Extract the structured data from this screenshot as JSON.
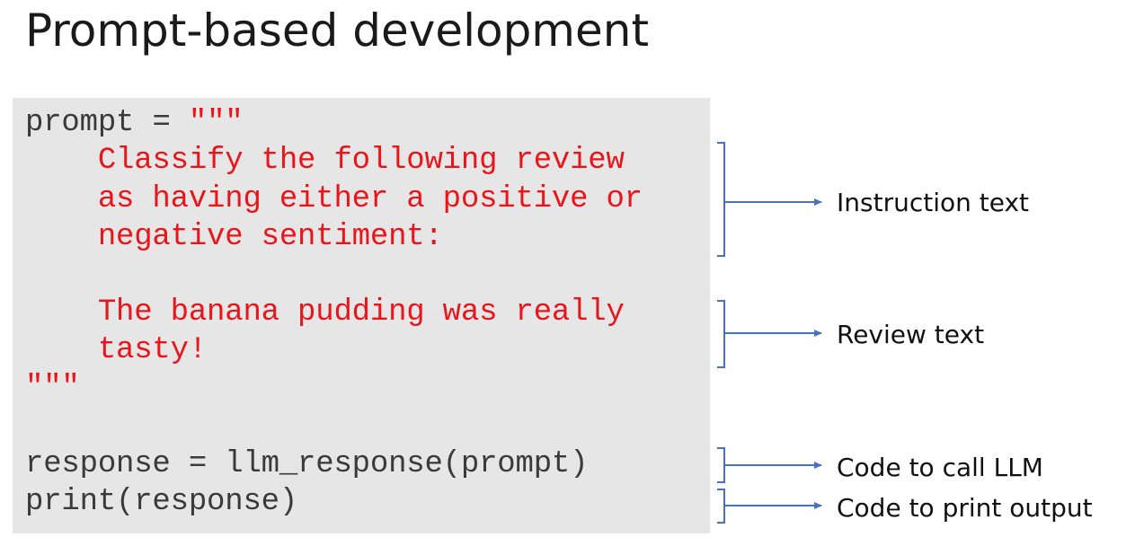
{
  "title": "Prompt-based development",
  "code": {
    "line1_var": "prompt",
    "line1_op": " = ",
    "line1_quote": "\"\"\"",
    "line2": "    Classify the following review",
    "line3": "    as having either a positive or",
    "line4": "    negative sentiment:",
    "line5": "",
    "line6": "    The banana pudding was really",
    "line7": "    tasty!",
    "line8": "\"\"\"",
    "line9": "",
    "line10": "response = llm_response(prompt)",
    "line11": "print(response)"
  },
  "annotations": [
    {
      "label": "Instruction text"
    },
    {
      "label": "Review text"
    },
    {
      "label": "Code to call LLM"
    },
    {
      "label": "Code to print output"
    }
  ],
  "colors": {
    "code_background": "#e6e6e6",
    "prompt_text": "#e8151b",
    "code_text": "#3a3a3a",
    "bracket_arrow": "#4472c4"
  }
}
